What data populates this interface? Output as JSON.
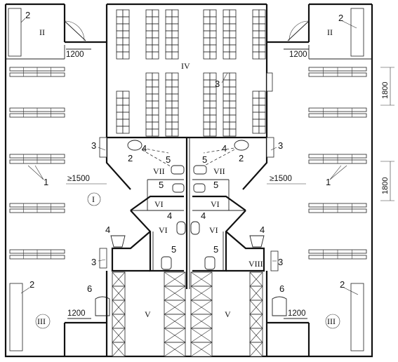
{
  "labels": {
    "zones": {
      "I": "I",
      "II": "II",
      "III": "III",
      "IV": "IV",
      "V": "V",
      "VI": "VI",
      "VII": "VII",
      "VIII": "VIII"
    },
    "items": {
      "n1": "1",
      "n2": "2",
      "n3": "3",
      "n4": "4",
      "n5": "5",
      "n6": "6"
    },
    "dimensions": {
      "door_width": "1200",
      "passage_min": "≥1500",
      "bench_spacing": "1800"
    }
  }
}
